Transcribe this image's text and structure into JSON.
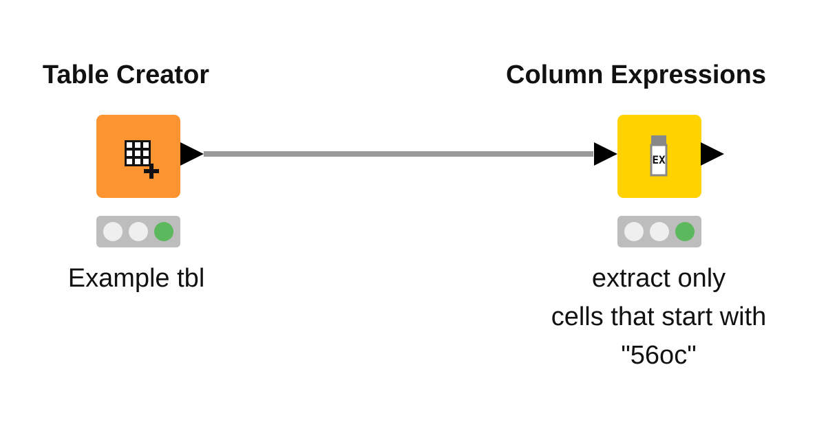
{
  "nodes": [
    {
      "title": "Table Creator",
      "label_lines": [
        "Example tbl"
      ],
      "color": "#fb9431",
      "icon": "table-plus-icon",
      "status": "executed"
    },
    {
      "title": "Column Expressions",
      "label_lines": [
        "extract only",
        "cells that start with",
        "\"56oc\""
      ],
      "color": "#ffd200",
      "icon": "expression-icon",
      "icon_text": "EX",
      "status": "executed"
    }
  ],
  "connection": {
    "color": "#9a9a9a"
  }
}
